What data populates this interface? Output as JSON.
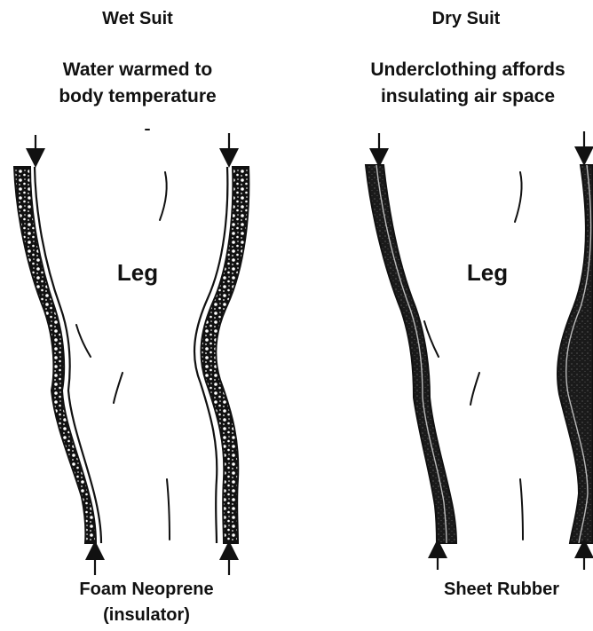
{
  "wet_suit": {
    "title": "Wet Suit",
    "caption_line1": "Water warmed to",
    "caption_line2": "body temperature",
    "leg_label": "Leg",
    "material_line1": "Foam Neoprene",
    "material_line2": "(insulator)"
  },
  "dry_suit": {
    "title": "Dry Suit",
    "caption_line1": "Underclothing affords",
    "caption_line2": "insulating air space",
    "leg_label": "Leg",
    "material_line1": "Sheet Rubber"
  }
}
